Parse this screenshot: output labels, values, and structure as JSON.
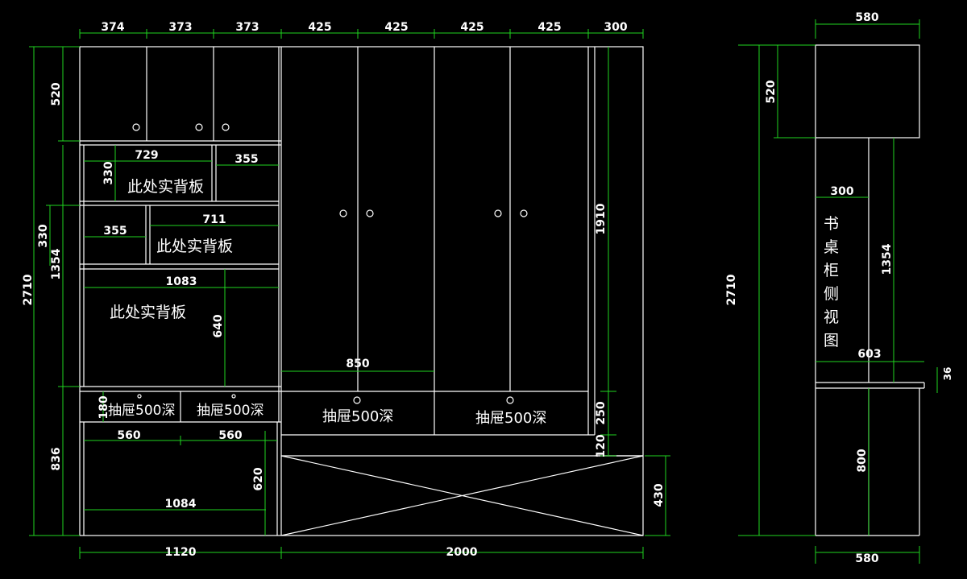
{
  "front": {
    "top_dims": [
      "374",
      "373",
      "373",
      "425",
      "425",
      "425",
      "425",
      "300"
    ],
    "left_dims": {
      "total": "2710",
      "top_cab": "520",
      "mid_330": "330",
      "mid_1354": "1354",
      "bottom": "836"
    },
    "bottom_dims": [
      "1120",
      "2000"
    ],
    "inner_dims": {
      "w729": "729",
      "w355a": "355",
      "h330": "330",
      "w355b": "355",
      "w711": "711",
      "w1083": "1083",
      "h640": "640",
      "w850": "850",
      "h1910": "1910",
      "h180": "180",
      "w560a": "560",
      "w560b": "560",
      "h620": "620",
      "w1084": "1084",
      "h250": "250",
      "h120": "120",
      "h430": "430"
    },
    "labels": {
      "back_panel_1": "此处实背板",
      "back_panel_2": "此处实背板",
      "back_panel_3": "此处实背板",
      "drawer_1": "抽屉500深",
      "drawer_2": "抽屉500深",
      "drawer_3": "抽屉500深",
      "drawer_4": "抽屉500深"
    }
  },
  "side": {
    "top_width": "580",
    "bottom_width": "580",
    "total_height": "2710",
    "top_height": "520",
    "depth_300": "300",
    "height_1354": "1354",
    "width_603": "603",
    "thick_36": "36",
    "height_800": "800",
    "title_chars": [
      "书",
      "桌",
      "柜",
      "侧",
      "视",
      "图"
    ]
  }
}
